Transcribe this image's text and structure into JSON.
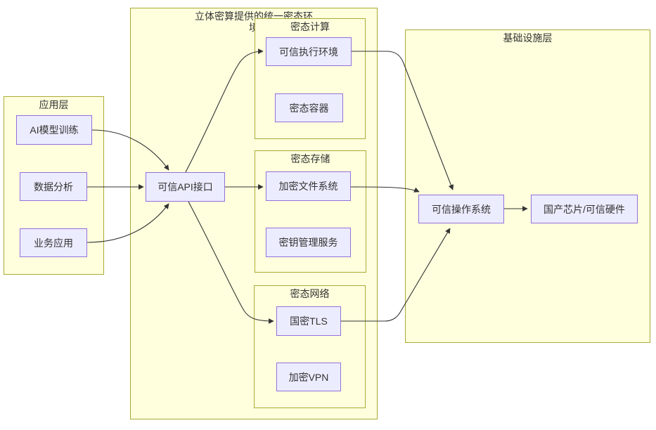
{
  "colors": {
    "background": "#FFFFFF",
    "container_fill": "#FFFFDE",
    "container_border": "#AAAA33",
    "node_fill": "#ECECFF",
    "node_border": "#9370DB",
    "edge_color": "#333333",
    "text_color": "#333333"
  },
  "layers": {
    "app": {
      "title": "应用层",
      "nodes": {
        "ai": "AI模型训练",
        "data": "数据分析",
        "biz": "业务应用"
      }
    },
    "env": {
      "title": "立体密算提供的统一密态环境",
      "api": "可信API接口",
      "compute": {
        "title": "密态计算",
        "tee": "可信执行环境",
        "container": "密态容器"
      },
      "storage": {
        "title": "密态存储",
        "encfs": "加密文件系统",
        "kms": "密钥管理服务"
      },
      "network": {
        "title": "密态网络",
        "gmtls": "国密TLS",
        "vpn": "加密VPN"
      }
    },
    "infra": {
      "title": "基础设施层",
      "os": "可信操作系统",
      "chip": "国产芯片/可信硬件"
    }
  }
}
